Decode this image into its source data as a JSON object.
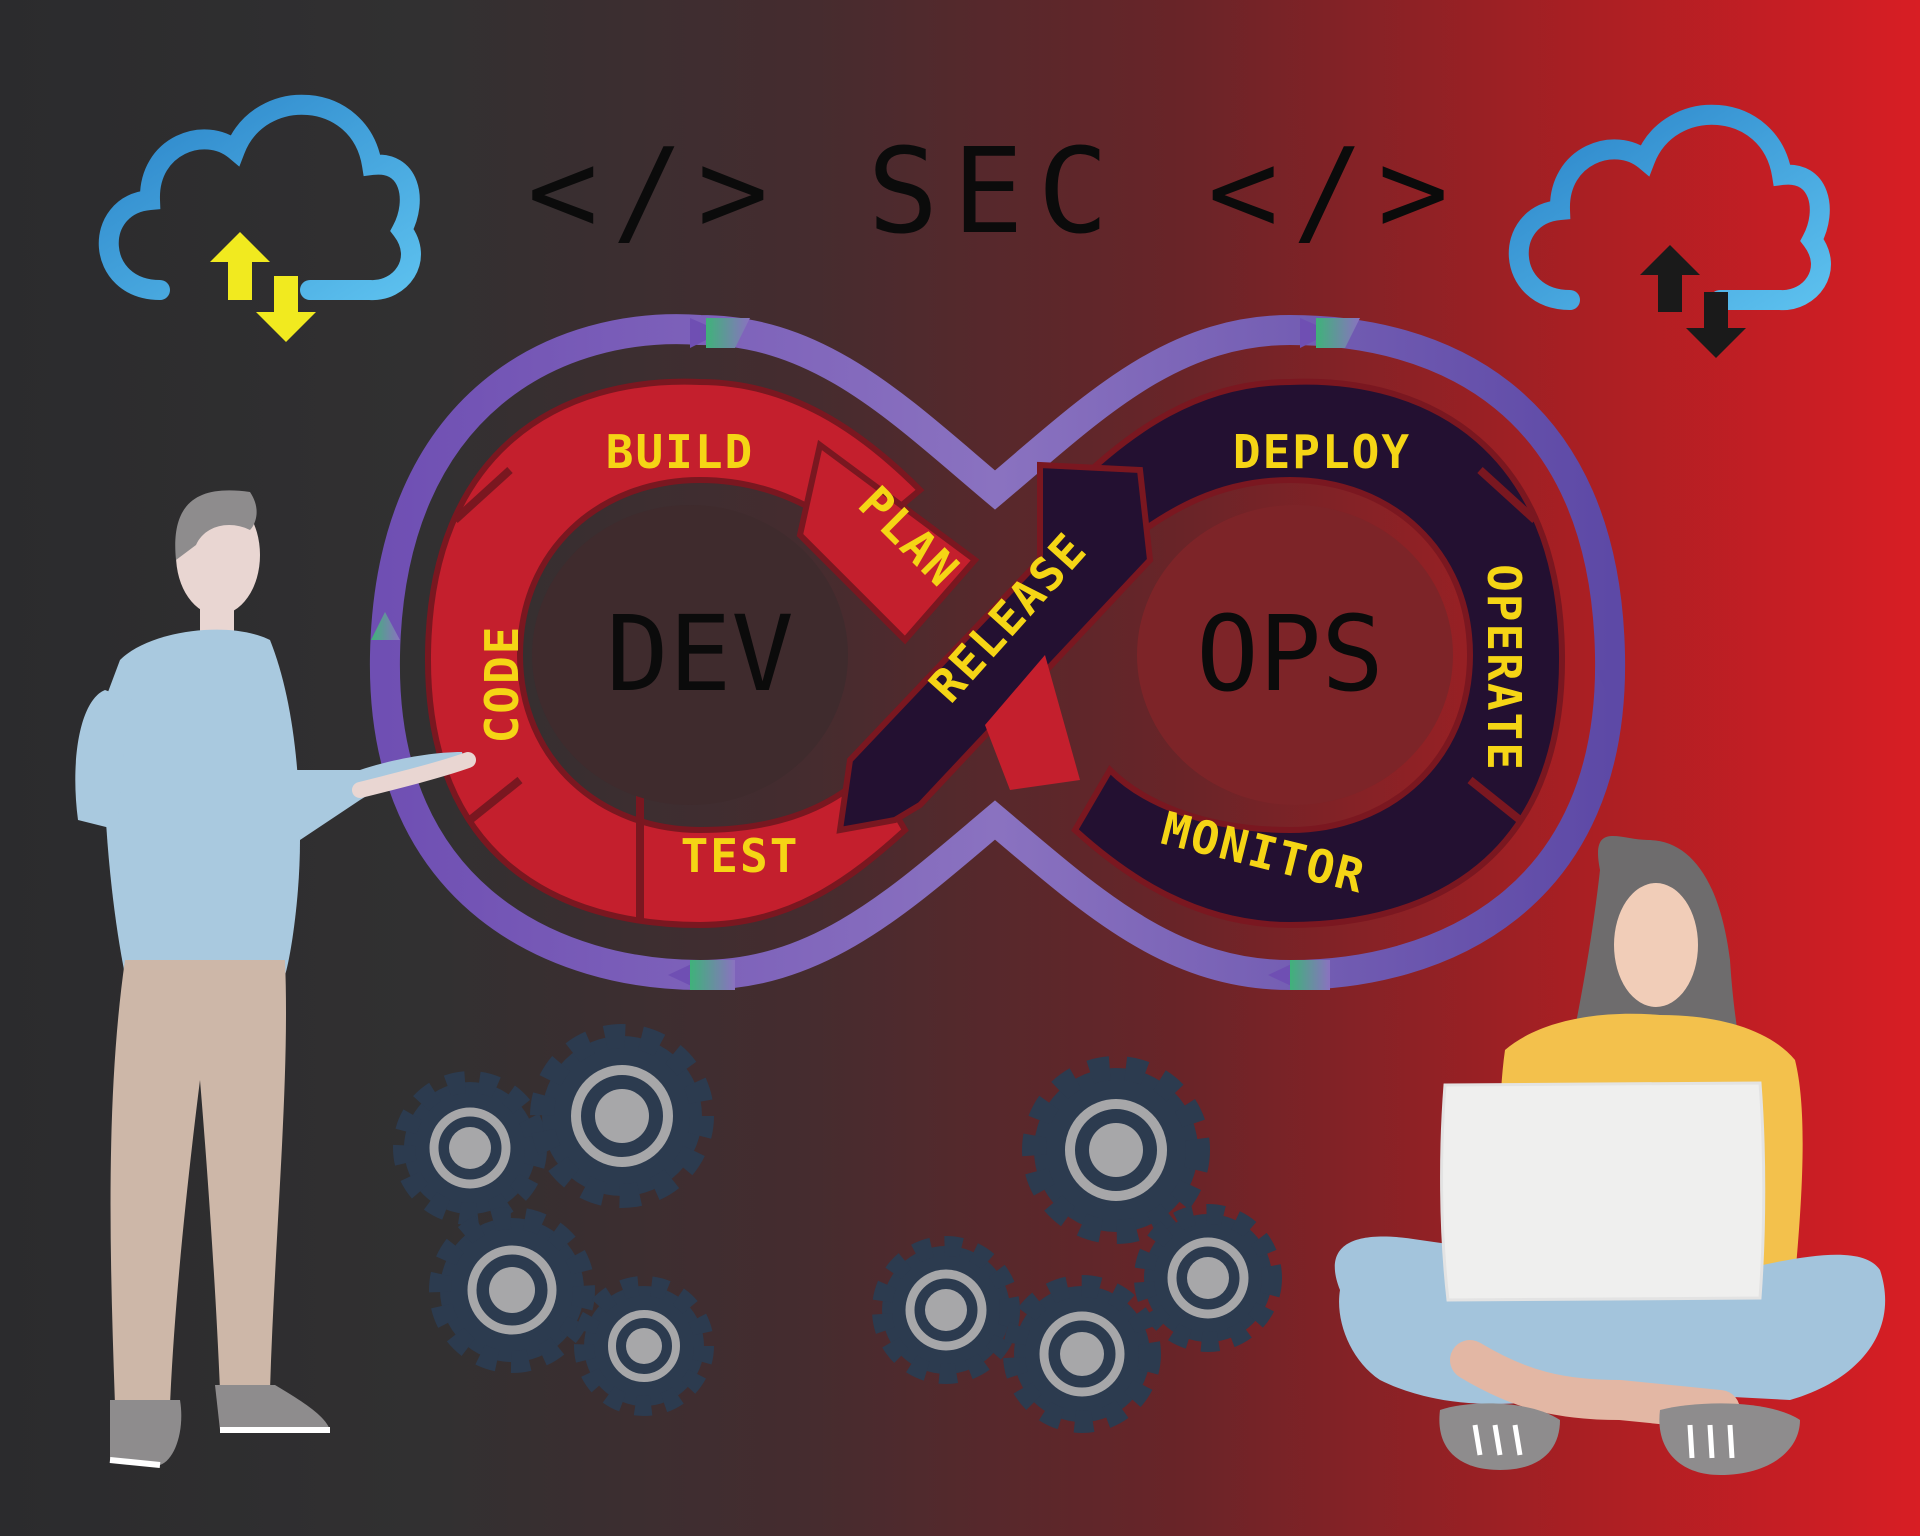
{
  "title": "</> SEC </>",
  "core": {
    "left": "DEV",
    "right": "OPS"
  },
  "stages": {
    "plan": "PLAN",
    "build": "BUILD",
    "code": "CODE",
    "test": "TEST",
    "release": "RELEASE",
    "deploy": "DEPLOY",
    "operate": "OPERATE",
    "monitor": "MONITOR"
  },
  "icons": [
    "cloud-sync-icon-left",
    "cloud-sync-icon-right",
    "gear-icon"
  ],
  "colors": {
    "dev_loop": "#c41f2d",
    "ops_loop": "#231031",
    "stage_text": "#f5d515",
    "outer_ring": "#7b5fb0",
    "gear": "#2c3b4f",
    "cloud": "#3f9ad6",
    "background_left": "#2b2b2d",
    "background_right": "#d81e24"
  }
}
